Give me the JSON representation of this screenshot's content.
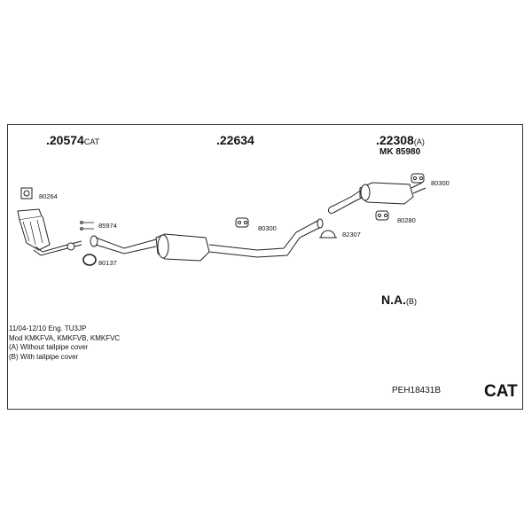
{
  "diagram": {
    "title_parts": [
      {
        "number": ".20574",
        "suffix": "CAT"
      },
      {
        "number": ".22634",
        "suffix": ""
      },
      {
        "number": ".22308",
        "suffix": "(A)"
      }
    ],
    "kit_label": "MK 85980",
    "na_label": {
      "number": "N.A.",
      "suffix": "(B)"
    },
    "part_numbers": {
      "p80264": "80264",
      "p85974": "85974",
      "p80137": "80137",
      "p80300a": "80300",
      "p82307": "82307",
      "p80300b": "80300",
      "p80280": "80280"
    },
    "info_lines": [
      "11/04-12/10   Eng.  TU3JP",
      "Mod KMKFVA,  KMKFVB,  KMKFVC",
      "(A) Without tailpipe cover",
      "(B) With tailpipe cover"
    ],
    "set_code": "PEH18431B",
    "cat_label": "CAT",
    "colors": {
      "line": "#222222",
      "fill": "#ffffff",
      "shade": "#cfcfcf"
    }
  }
}
